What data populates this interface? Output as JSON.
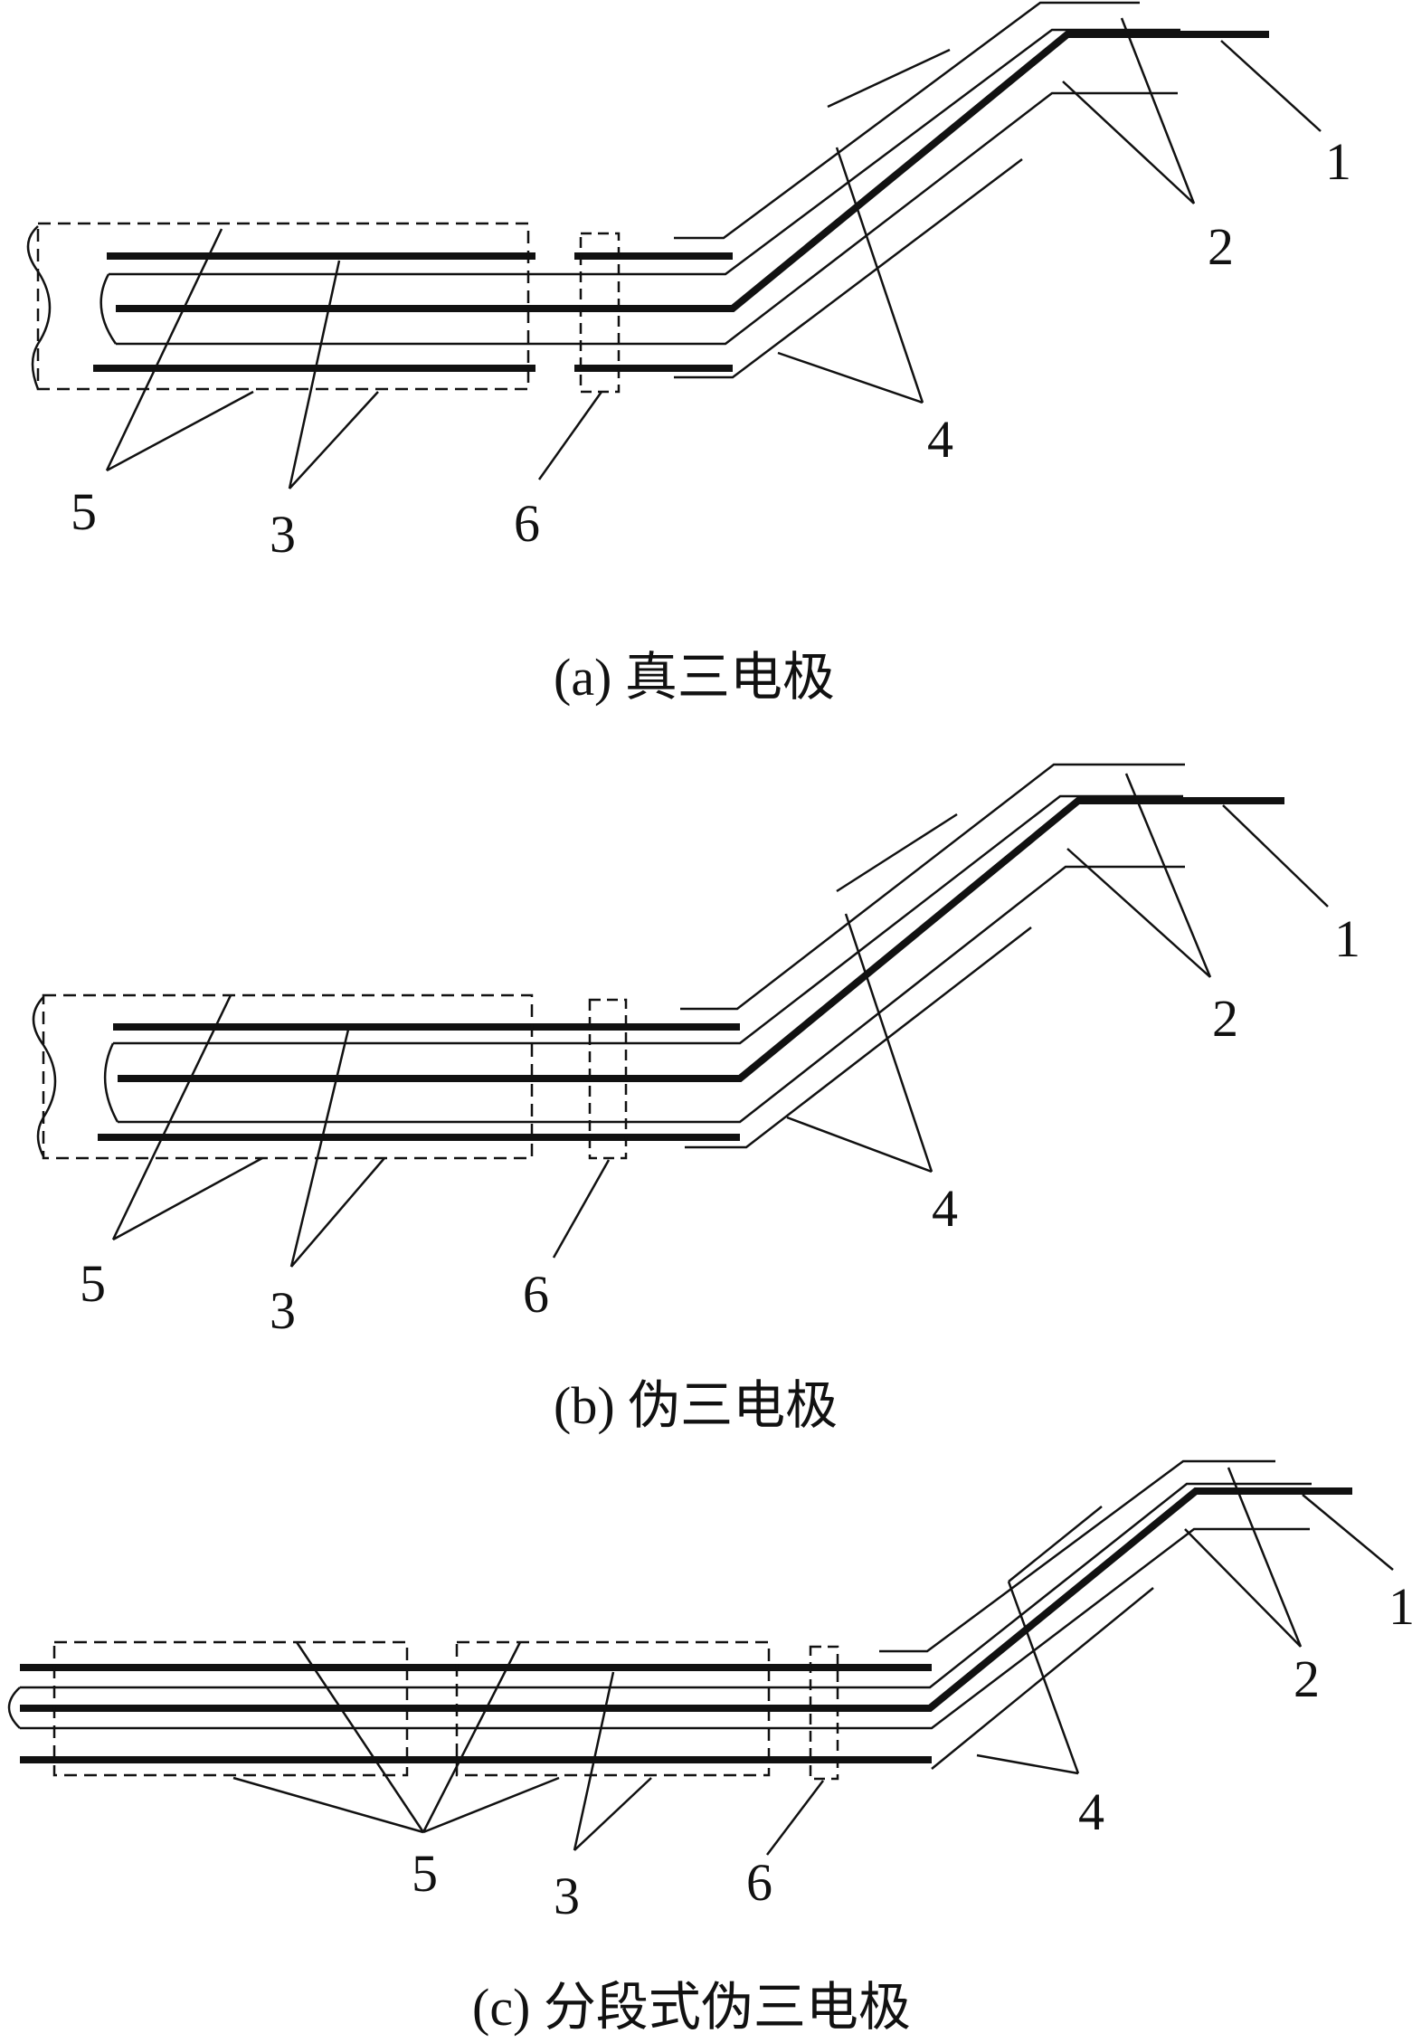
{
  "panels": [
    {
      "caption": "(a) 真三电极",
      "labels": {
        "l1": "1",
        "l2": "2",
        "l3": "3",
        "l4": "4",
        "l5": "5",
        "l6": "6"
      }
    },
    {
      "caption": "(b) 伪三电极",
      "labels": {
        "l1": "1",
        "l2": "2",
        "l3": "3",
        "l4": "4",
        "l5": "5",
        "l6": "6"
      }
    },
    {
      "caption": "(c) 分段式伪三电极",
      "labels": {
        "l1": "1",
        "l2": "2",
        "l3": "3",
        "l4": "4",
        "l5": "5",
        "l6": "6"
      }
    }
  ]
}
